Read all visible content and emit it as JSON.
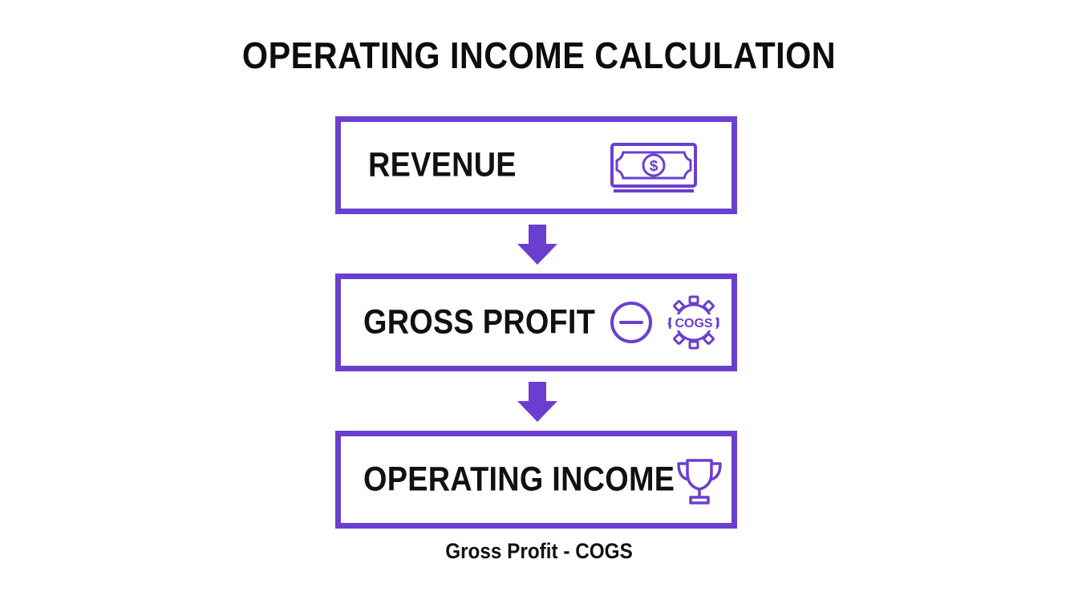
{
  "title": "OPERATING INCOME CALCULATION",
  "colors": {
    "accent": "#6a3fd0",
    "text": "#111111",
    "background": "#ffffff"
  },
  "steps": [
    {
      "label": "REVENUE",
      "icon": "dollar-bill-icon"
    },
    {
      "label": "GROSS PROFIT",
      "icon": "minus-circle-icon",
      "secondary_icon": "cogs-gear-icon",
      "secondary_icon_text": "COGS"
    },
    {
      "label": "OPERATING INCOME",
      "icon": "trophy-icon"
    }
  ],
  "connectors": [
    "arrow-down-icon",
    "arrow-down-icon"
  ],
  "footnote": "Gross Profit - COGS"
}
